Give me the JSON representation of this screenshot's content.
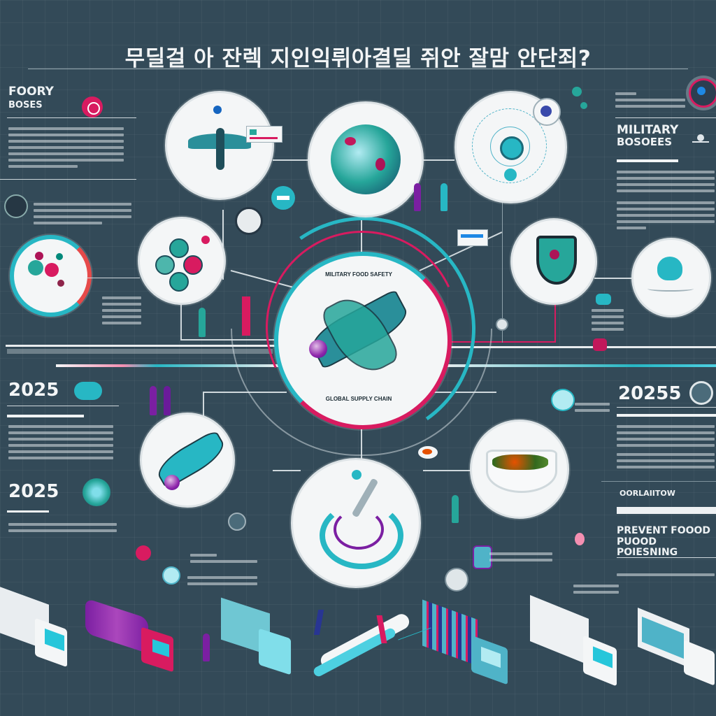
{
  "title": "무딜걸 아 잔렉 지인익뤼아결딜 쥐안 잘맘 안단죄?",
  "left_panel": {
    "section1": {
      "heading_line1": "FOORY",
      "heading_line2": "BOSES",
      "icon": "food-pink-badge-icon",
      "paragraph_lines": 7
    },
    "section2": {
      "heading": "2025",
      "icon": "hat-teal-badge-icon",
      "paragraph_lines": 6
    },
    "section3": {
      "heading": "2025",
      "icon": "virus-cluster-icon",
      "paragraph_lines": 2
    }
  },
  "right_panel": {
    "section1": {
      "heading_line1": "MILITARY",
      "heading_line2": "BOSOEES",
      "icon": "satellite-icon",
      "paragraph_lines": 8
    },
    "section2": {
      "heading": "20255",
      "icon": "hexagon-badge-icon",
      "paragraph_lines": 7
    },
    "section3": {
      "subheading": "OORLAIITOW",
      "heading_line1": "PREVENT FOOOD",
      "heading_line2": "PUOOD POIESNING"
    }
  },
  "center_hub": {
    "icon": "fighter-jet-icon",
    "arc_text_top": "MILITARY FOOD SAFETY",
    "arc_text_bottom": "GLOBAL SUPPLY CHAIN"
  },
  "nodes": [
    {
      "id": "eagle",
      "icon": "eagle-emblem-icon"
    },
    {
      "id": "globe",
      "icon": "globe-icon"
    },
    {
      "id": "radar",
      "icon": "radar-target-icon"
    },
    {
      "id": "hex-cluster",
      "icon": "hexagon-cluster-icon"
    },
    {
      "id": "shield",
      "icon": "shield-icon"
    },
    {
      "id": "heart",
      "icon": "heart-icon"
    },
    {
      "id": "jet",
      "icon": "jet-icon"
    },
    {
      "id": "contamination",
      "icon": "contamination-swirl-icon"
    },
    {
      "id": "food-bowl",
      "icon": "food-bowl-icon"
    }
  ],
  "vehicles": [
    {
      "type": "box-truck",
      "color": "#e9edf0"
    },
    {
      "type": "tanker-truck",
      "color": "#d1266f"
    },
    {
      "type": "cargo-truck",
      "color": "#6fc7d3"
    },
    {
      "type": "airplane",
      "color": "#4dd0e1"
    },
    {
      "type": "refrigerated-truck",
      "color": "#4fb3c8"
    },
    {
      "type": "box-truck",
      "color": "#eef1f3"
    },
    {
      "type": "van-truck",
      "color": "#eef1f3"
    }
  ],
  "colors": {
    "background": "#334a58",
    "accent_teal": "#27b7c4",
    "accent_pink": "#d81b60",
    "accent_purple": "#7b1fa2",
    "line": "#cfd8dc"
  }
}
